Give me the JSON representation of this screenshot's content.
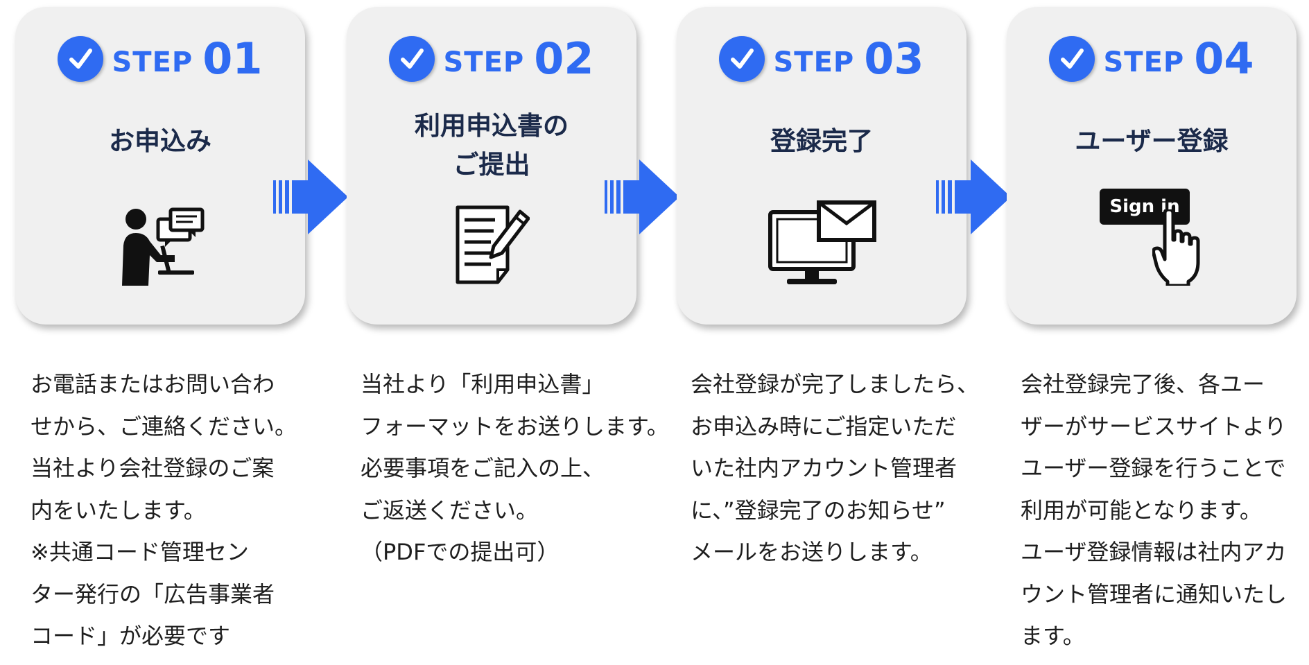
{
  "steps": [
    {
      "step_label": "STEP",
      "step_number": "01",
      "title_lines": [
        "お申込み"
      ],
      "icon": "person-at-computer-icon",
      "description_lines": [
        "お電話またはお問い合わ",
        "せから、ご連絡ください。",
        "当社より会社登録のご案",
        "内をいたします。",
        "※共通コード管理セン",
        "ター発行の「広告事業者",
        "コード」が必要です"
      ]
    },
    {
      "step_label": "STEP",
      "step_number": "02",
      "title_lines": [
        "利用申込書の",
        "ご提出"
      ],
      "icon": "document-pen-icon",
      "description_lines": [
        "当社より「利用申込書」",
        "フォーマットをお送りします。",
        "必要事項をご記入の上、",
        "ご返送ください。",
        "（PDFでの提出可）"
      ]
    },
    {
      "step_label": "STEP",
      "step_number": "03",
      "title_lines": [
        "登録完了"
      ],
      "icon": "monitor-mail-icon",
      "description_lines": [
        "会社登録が完了しましたら、",
        "お申込み時にご指定いただ",
        "いた社内アカウント管理者",
        "に、”登録完了のお知らせ”",
        "メールをお送りします。"
      ]
    },
    {
      "step_label": "STEP",
      "step_number": "04",
      "title_lines": [
        "ユーザー登録"
      ],
      "icon": "sign-in-button-icon",
      "icon_text": "Sign in",
      "description_lines": [
        "会社登録完了後、各ユー",
        "ザーがサービスサイトより",
        "ユーザー登録を行うことで",
        "利用が可能となります。",
        "ユーザ登録情報は社内アカ",
        "ウント管理者に通知いたし",
        "ます。"
      ]
    }
  ],
  "colors": {
    "accent": "#2f6bf2",
    "card_bg": "#f0f0f0",
    "title": "#1b2a4a"
  }
}
